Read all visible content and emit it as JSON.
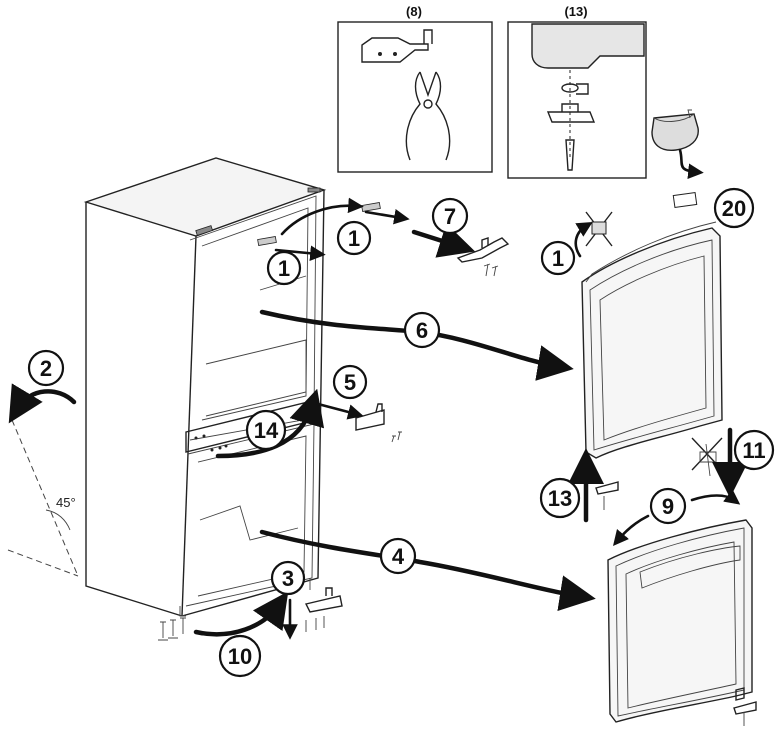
{
  "insets": [
    {
      "label": "(8)",
      "icon": "hinge-pliers-icon"
    },
    {
      "label": "(13)",
      "icon": "hinge-pin-icon"
    }
  ],
  "steps": {
    "s1a": "1",
    "s1b": "1",
    "s1c": "1",
    "s2": "2",
    "s3": "3",
    "s4": "4",
    "s5": "5",
    "s6": "6",
    "s7": "7",
    "s9": "9",
    "s10": "10",
    "s11": "11",
    "s13": "13",
    "s14": "14",
    "s20": "20"
  },
  "angle": "45°",
  "icons": [
    "refrigerator-cabinet-icon",
    "upper-door-icon",
    "lower-door-icon",
    "hinge-icon",
    "screw-icon",
    "bag-icon",
    "prohibited-icon"
  ]
}
